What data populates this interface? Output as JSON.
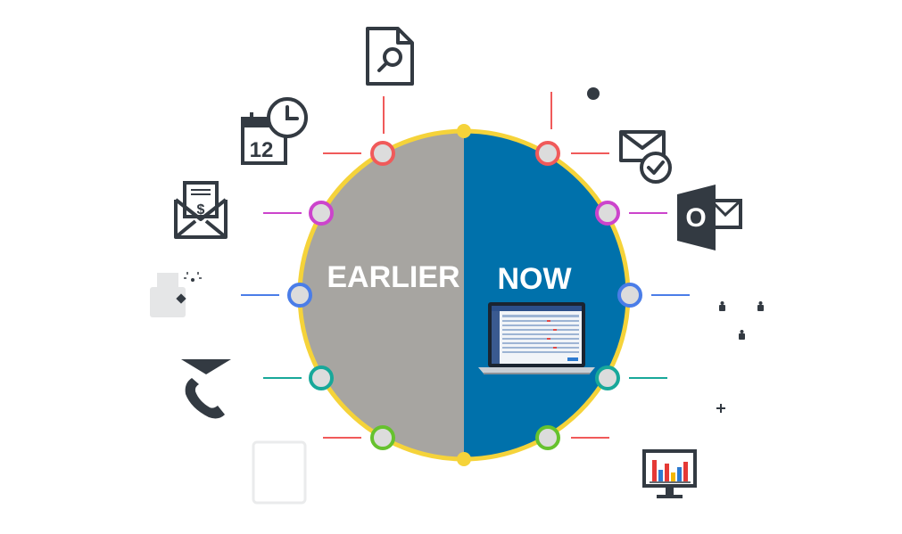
{
  "diagram": {
    "left_label": "EARLIER",
    "right_label": "NOW",
    "colors": {
      "left_half": "#a7a5a1",
      "right_half": "#0071ab",
      "ring": "#f5d33a",
      "icon": "#333a42",
      "node_fill": "#dcdcdc",
      "node_red": "#f05a5a",
      "node_purple": "#cc44cc",
      "node_blue": "#4a7de8",
      "node_teal": "#18a89a",
      "node_green": "#66c22e"
    },
    "left_icons": [
      "document-search-icon",
      "calendar-clock-icon",
      "invoice-envelope-icon",
      "fax-icon",
      "phone-icon",
      "paper-icon"
    ],
    "right_icons": [
      "email-check-icon",
      "outlook-icon",
      "network-icon",
      "add-icon",
      "analytics-monitor-icon"
    ],
    "calendar_day": "12",
    "outlook_letter": "O",
    "invoice_symbol": "$"
  }
}
